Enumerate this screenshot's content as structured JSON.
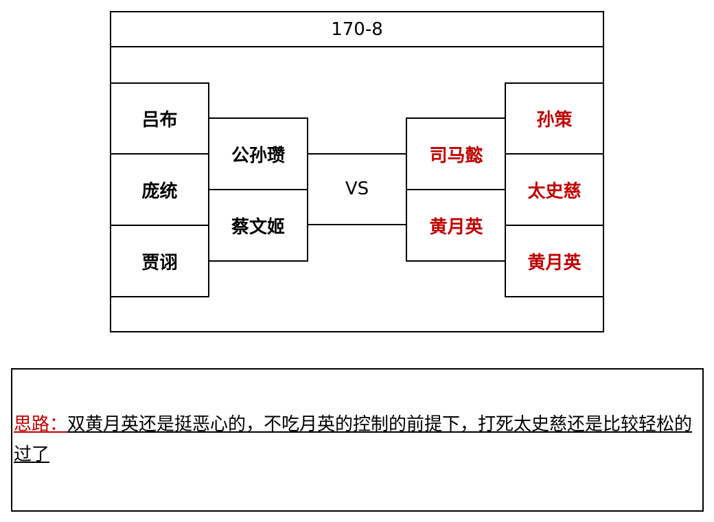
{
  "title": "170-8",
  "left_column": [
    "吕布",
    "庞统",
    "贾诩"
  ],
  "left_pair": [
    "公孙瓒",
    "蔡文姬"
  ],
  "vs": "VS",
  "right_pair": [
    "司马懿",
    "黄月英"
  ],
  "right_column": [
    "孙策",
    "太史慈",
    "黄月英"
  ],
  "note": {
    "label": "思路：",
    "text": "双黄月英还是挺恶心的，不吃月英的控制的前提下，打死太史慈还是比较轻松的过了"
  },
  "colors": {
    "enemy": "#c00000",
    "line": "#000000"
  }
}
